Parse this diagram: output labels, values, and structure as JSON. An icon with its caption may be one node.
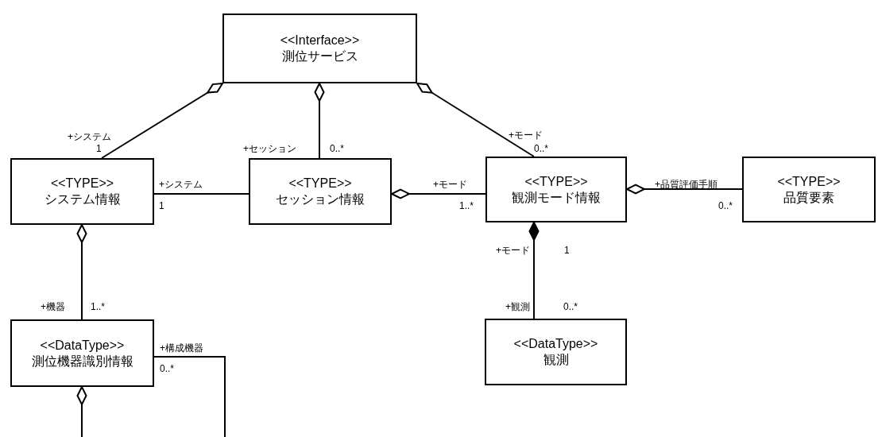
{
  "diagram": {
    "nodes": [
      {
        "text": [
          "<<Interface>>",
          "測位サービス"
        ]
      },
      {
        "text": [
          "<<TYPE>>",
          "システム情報"
        ]
      },
      {
        "text": [
          "<<TYPE>>",
          "セッション情報"
        ]
      },
      {
        "text": [
          "<<TYPE>>",
          "観測モード情報"
        ]
      },
      {
        "text": [
          "<<TYPE>>",
          "品質要素"
        ]
      },
      {
        "text": [
          "<<DataType>>",
          "測位機器識別情報"
        ]
      },
      {
        "text": [
          "<<DataType>>",
          "観測"
        ]
      }
    ],
    "edges": [
      {
        "from": 0,
        "to": 1,
        "arrow": "other"
      },
      {
        "from": 0,
        "to": 2,
        "arrow": "other"
      },
      {
        "from": 0,
        "to": 3,
        "arrow": "other"
      },
      {
        "from": 1,
        "to": 2,
        "arrow": "none"
      },
      {
        "from": 2,
        "to": 3,
        "arrow": "other"
      },
      {
        "from": 3,
        "to": 4,
        "arrow": "other"
      },
      {
        "from": 1,
        "to": 5,
        "arrow": "other"
      },
      {
        "from": 3,
        "to": 6,
        "arrow": "other"
      },
      {
        "from": 5,
        "to": 5,
        "arrow": "other"
      }
    ],
    "labels": [
      "+システム",
      "+モード",
      "1",
      "+セッション",
      "0..*",
      "0..*",
      "+システム",
      "+モード",
      "+品質評価手順",
      "1",
      "1..*",
      "0..*",
      "+モード",
      "1",
      "+機器",
      "1..*",
      "+観測",
      "0..*",
      "+構成機器",
      "0..*"
    ]
  }
}
